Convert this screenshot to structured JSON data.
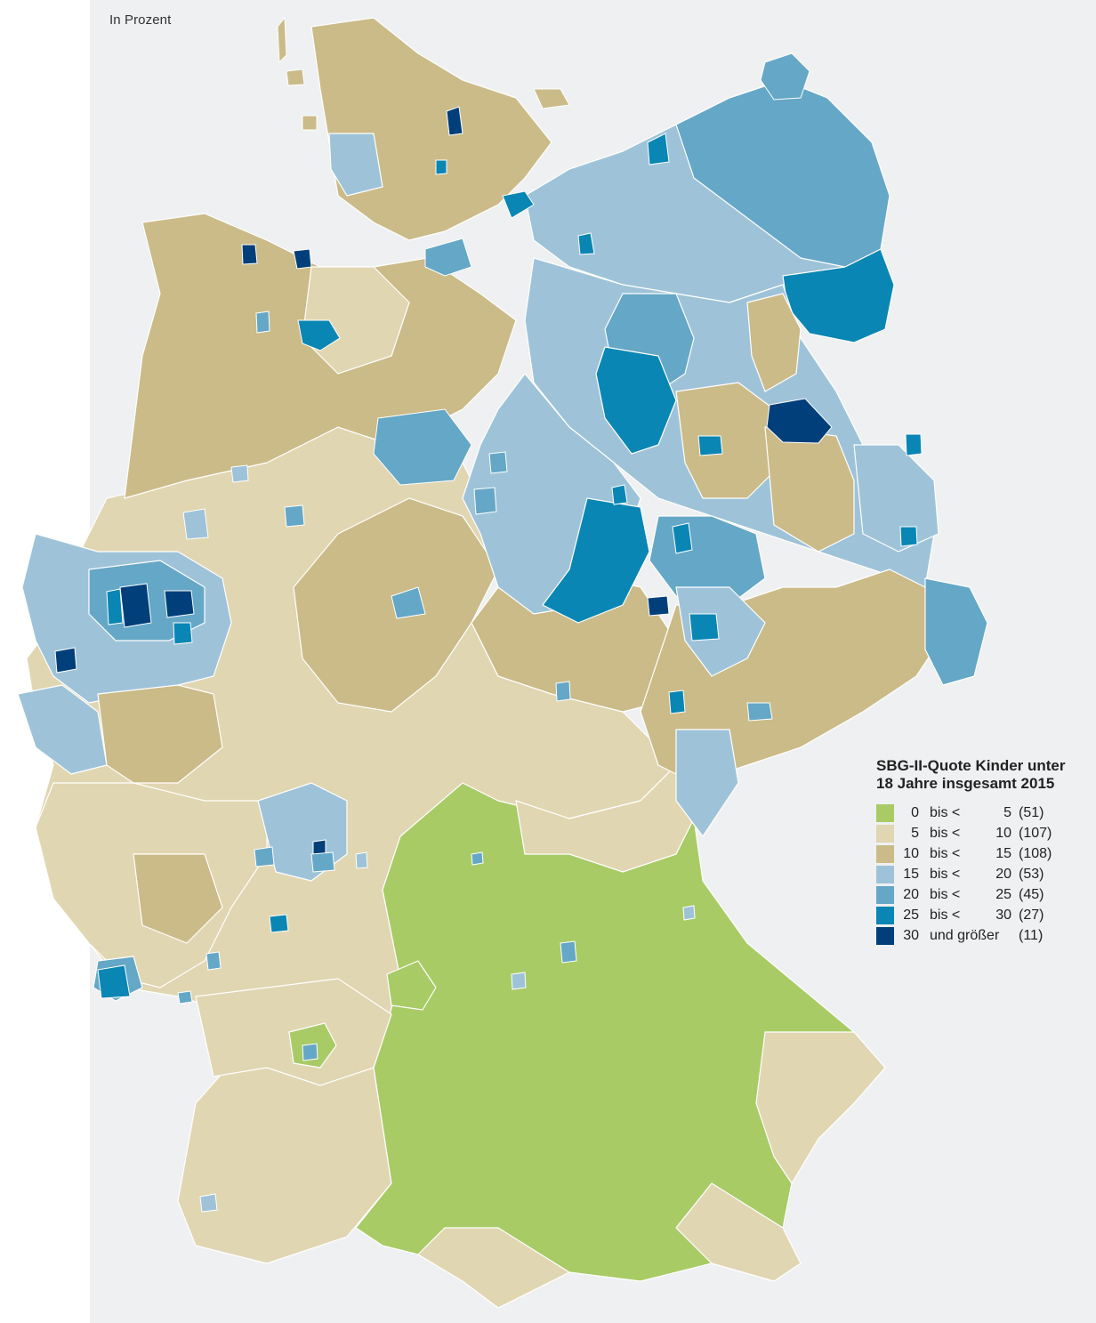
{
  "subtitle": "In Prozent",
  "legend": {
    "title": "SBG-II-Quote Kinder unter\n18 Jahre insgesamt 2015",
    "classes": [
      {
        "from": "0",
        "op": "bis <",
        "to": "5",
        "count": "(51)",
        "color": "#a8cb66"
      },
      {
        "from": "5",
        "op": "bis <",
        "to": "10",
        "count": "(107)",
        "color": "#e1d6b2"
      },
      {
        "from": "10",
        "op": "bis <",
        "to": "15",
        "count": "(108)",
        "color": "#cbbb88"
      },
      {
        "from": "15",
        "op": "bis <",
        "to": "20",
        "count": "(53)",
        "color": "#9ec3d9"
      },
      {
        "from": "20",
        "op": "bis <",
        "to": "25",
        "count": "(45)",
        "color": "#65a7c6"
      },
      {
        "from": "25",
        "op": "bis <",
        "to": "30",
        "count": "(27)",
        "color": "#0a86b4"
      },
      {
        "from": "30",
        "op": "und größer",
        "to": "",
        "count": "(11)",
        "color": "#003f7a"
      }
    ]
  },
  "map_colors": {
    "background": "#eef0f1",
    "border": "#ffffff",
    "water": "#eef0f1"
  }
}
